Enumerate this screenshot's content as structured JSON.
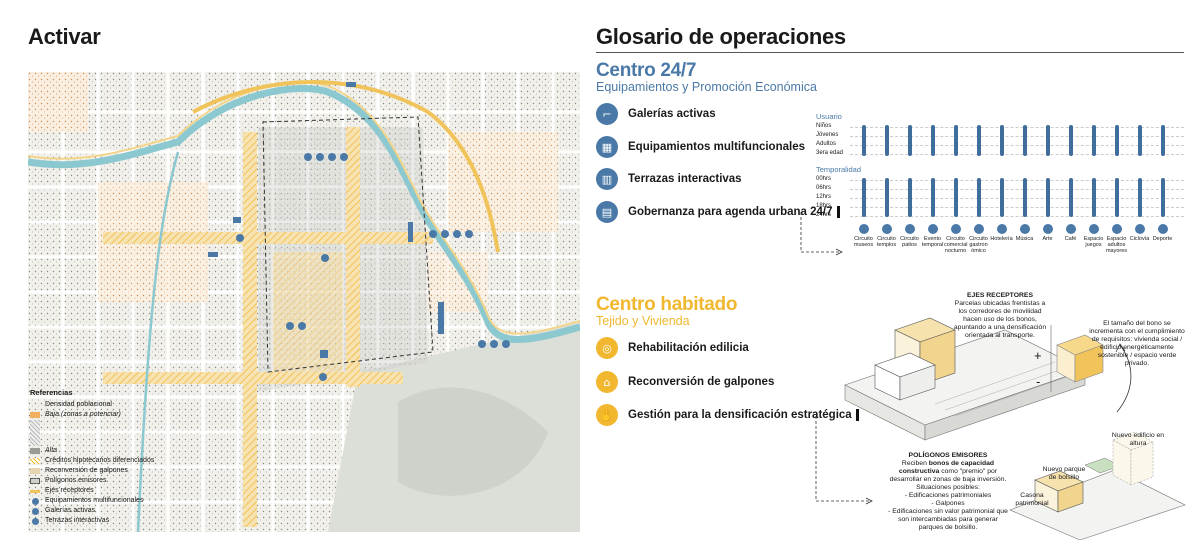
{
  "left": {
    "title": "Activar"
  },
  "right": {
    "title": "Glosario de operaciones"
  },
  "centro247": {
    "title": "Centro 24/7",
    "subtitle": "Equipamientos y Promoción Económica",
    "ops": [
      {
        "label": "Galerías activas",
        "icon": "gallery-icon"
      },
      {
        "label": "Equipamientos multifuncionales",
        "icon": "building-icon"
      },
      {
        "label": "Terrazas interactivas",
        "icon": "terrace-icon"
      },
      {
        "label": "Gobernanza para agenda urbana 24/7",
        "icon": "calendar-icon"
      }
    ]
  },
  "matrix": {
    "usuario_label": "Usuario",
    "usuario_rows": [
      "Niños",
      "Jóvenes",
      "Adultos",
      "3era edad"
    ],
    "temporalidad_label": "Temporalidad",
    "temporalidad_rows": [
      "00hrs",
      "06hrs",
      "12hrs",
      "18hrs",
      "24hrs"
    ],
    "columns": [
      "Circuito museos",
      "Circuito templos",
      "Circuito patios",
      "Evento temporal",
      "Circuito comercial nocturno",
      "Circuito gastron ómico",
      "Hotelería",
      "Música",
      "Arte",
      "Café",
      "Espacio juegos",
      "Espacio adultos mayores",
      "Ciclovía",
      "Deporte"
    ]
  },
  "centro_habitado": {
    "title": "Centro habitado",
    "subtitle": "Tejido y Vivienda",
    "ops": [
      {
        "label": "Rehabilitación edilicia",
        "icon": "rehab-icon"
      },
      {
        "label": "Reconversión de galpones",
        "icon": "warehouse-icon"
      },
      {
        "label": "Gestión para la densificación estratégica",
        "icon": "hand-icon"
      }
    ]
  },
  "diagram": {
    "ejes_title": "EJES RECEPTORES",
    "ejes_text": "Parcelas ubicadas frentistas a los corredores de movilidad hacen uso de los bonos, apuntando a una densificación orientada al transporte.",
    "bono_text": "El tamaño del bono se incrementa con el cumplimiento de requisitos: vivienda social / edificio energéticamente sostenible / espacio verde privado.",
    "plus": "+",
    "minus": "-",
    "poligonos_title": "POLÍGONOS EMISORES",
    "poligonos_text_1": "Reciben",
    "poligonos_bold": "bonos de capacidad constructiva",
    "poligonos_text_2": "como \"premio\" por desarrollar en zonas de baja inversión. Situaciones posibles:",
    "poligonos_items": [
      "- Edificaciones patrimoniales",
      "- Galpones",
      "- Edificaciones sin valor patrimonial que son intercambiadas para generar parques de bolsillo."
    ],
    "label_nuevo_edificio": "Nuevo edificio en altura",
    "label_nuevo_parque": "Nuevo parque de bolsillo",
    "label_casona": "Casona patrimonial"
  },
  "references": {
    "title": "Referencias",
    "items": [
      {
        "label": "Densidad poblacional"
      },
      {
        "label": "Baja (zonas a potenciar)"
      },
      {
        "label": "Alta"
      },
      {
        "label": "Créditos hipotecarios diferenciados"
      },
      {
        "label": "Reconversión de galpones"
      },
      {
        "label": "Polígonos emisores"
      },
      {
        "label": "Ejes receptores"
      },
      {
        "label": "Equipamientos multifuncionales"
      },
      {
        "label": "Galerías activas"
      },
      {
        "label": "Terrazas interactivas"
      }
    ]
  },
  "colors": {
    "blue": "#4a79a7",
    "gold": "#f0b72f",
    "river": "#8cc8cf",
    "park": "#dcded8"
  }
}
